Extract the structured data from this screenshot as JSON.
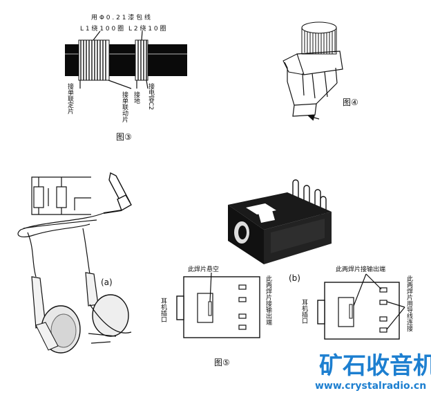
{
  "fig3": {
    "top1": "用 Φ 0 . 2 1 漆 包 线",
    "top2": "L 1 绕  1 0 0 圈",
    "top3": "L 2 绕   1 0 圈",
    "v1": "接单联定片",
    "v2": "接单联动片",
    "v3": "接地",
    "v4": "接电容C2",
    "caption": "图③"
  },
  "fig4": {
    "caption": "图④"
  },
  "fig5": {
    "label_a": "(a)",
    "label_b": "(b)",
    "a_top": "此焊片悬空",
    "a_side": "耳机插口",
    "a_right": "此两焊片接输出端",
    "b_top": "此两焊片接输出端",
    "b_side": "耳机插口",
    "b_right": "此两焊片用导线连接",
    "caption": "图⑤"
  },
  "logo": {
    "brand": "矿石收音机",
    "url": "www.crystalradio.cn",
    "brand_color": "#1d7fd0"
  }
}
